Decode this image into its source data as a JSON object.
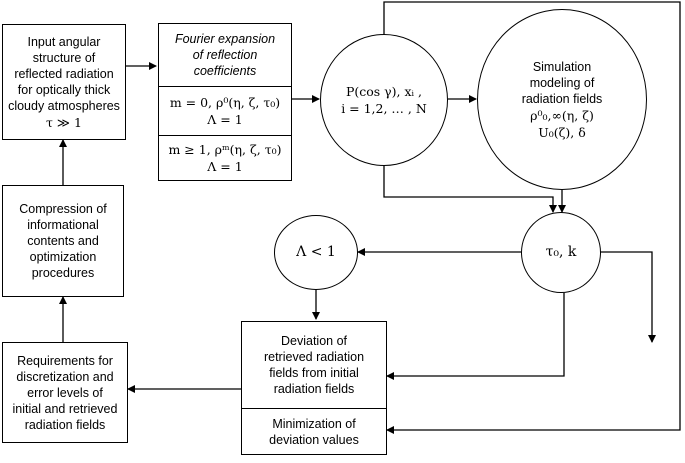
{
  "nodes": {
    "input_structure": [
      "Input angular",
      "structure of",
      "reflected radiation",
      "for optically thick",
      "cloudy atmospheres",
      "τ ≫ 1"
    ],
    "fourier_title": [
      "Fourier expansion",
      "of reflection",
      "coefficients"
    ],
    "fourier_m0": [
      "m = 0, ρ⁰(η, ζ, τ₀)",
      "Λ = 1"
    ],
    "fourier_m1": [
      "m ≥ 1, ρᵐ(η, ζ, τ₀)",
      "Λ = 1"
    ],
    "legendre": [
      "P(cos γ), xᵢ ,",
      "i = 1,2, … , N"
    ],
    "simulation": [
      "Simulation",
      "modeling of",
      "radiation fields",
      "ρ⁰₀,∞(η, ζ)",
      "U₀(ζ), δ"
    ],
    "compression": [
      "Compression of",
      "informational",
      "contents and",
      "optimization",
      "procedures"
    ],
    "lambda_lt_1": "Λ < 1",
    "tau_k": "τ₀, k",
    "deviation": [
      "Deviation of",
      "retrieved radiation",
      "fields from initial",
      "radiation fields"
    ],
    "minimization": [
      "Minimization of",
      "deviation values"
    ],
    "requirements": [
      "Requirements for",
      "discretization and",
      "error levels of",
      "initial and retrieved",
      "radiation fields"
    ]
  }
}
